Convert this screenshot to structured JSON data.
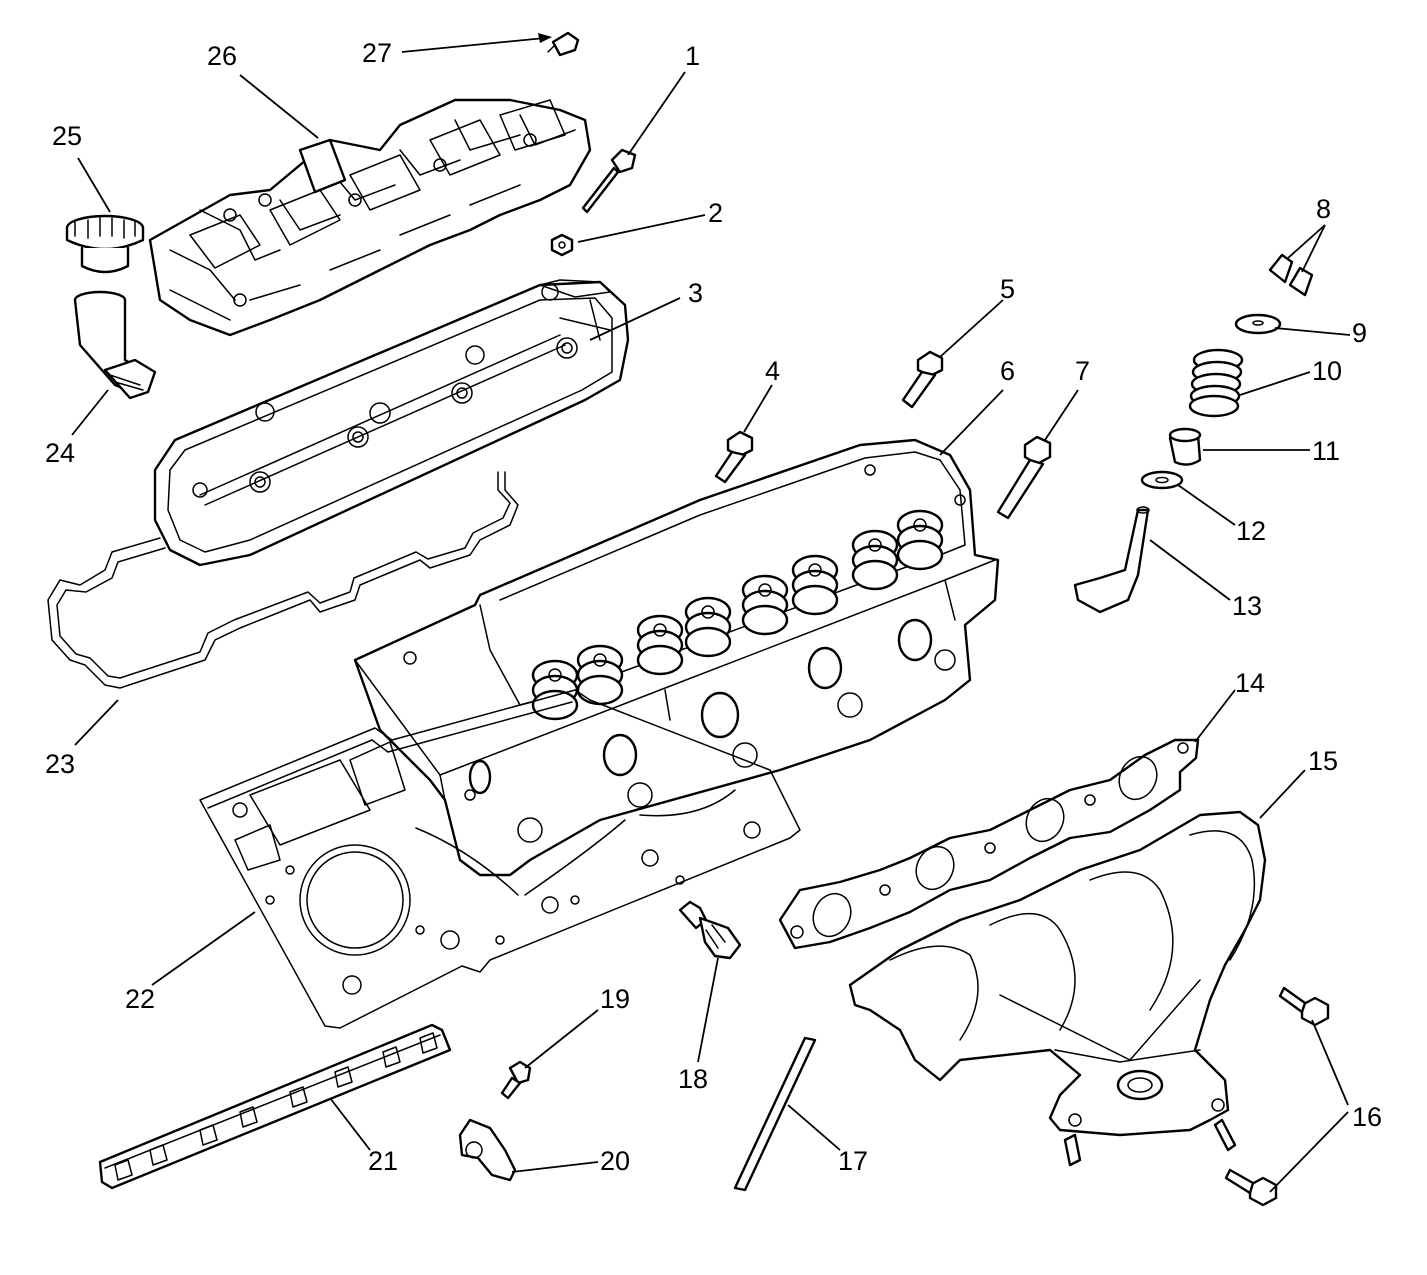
{
  "colors": {
    "line": "#000000",
    "background": "#ffffff"
  },
  "callouts": [
    {
      "id": "c1",
      "label": "1"
    },
    {
      "id": "c2",
      "label": "2"
    },
    {
      "id": "c3",
      "label": "3"
    },
    {
      "id": "c4",
      "label": "4"
    },
    {
      "id": "c5",
      "label": "5"
    },
    {
      "id": "c6",
      "label": "6"
    },
    {
      "id": "c7",
      "label": "7"
    },
    {
      "id": "c8",
      "label": "8"
    },
    {
      "id": "c9",
      "label": "9"
    },
    {
      "id": "c10",
      "label": "10"
    },
    {
      "id": "c11",
      "label": "11"
    },
    {
      "id": "c12",
      "label": "12"
    },
    {
      "id": "c13",
      "label": "13"
    },
    {
      "id": "c14",
      "label": "14"
    },
    {
      "id": "c15",
      "label": "15"
    },
    {
      "id": "c16",
      "label": "16"
    },
    {
      "id": "c17",
      "label": "17"
    },
    {
      "id": "c18",
      "label": "18"
    },
    {
      "id": "c19",
      "label": "19"
    },
    {
      "id": "c20",
      "label": "20"
    },
    {
      "id": "c21",
      "label": "21"
    },
    {
      "id": "c22",
      "label": "22"
    },
    {
      "id": "c23",
      "label": "23"
    },
    {
      "id": "c24",
      "label": "24"
    },
    {
      "id": "c25",
      "label": "25"
    },
    {
      "id": "c26",
      "label": "26"
    },
    {
      "id": "c27",
      "label": "27"
    }
  ]
}
